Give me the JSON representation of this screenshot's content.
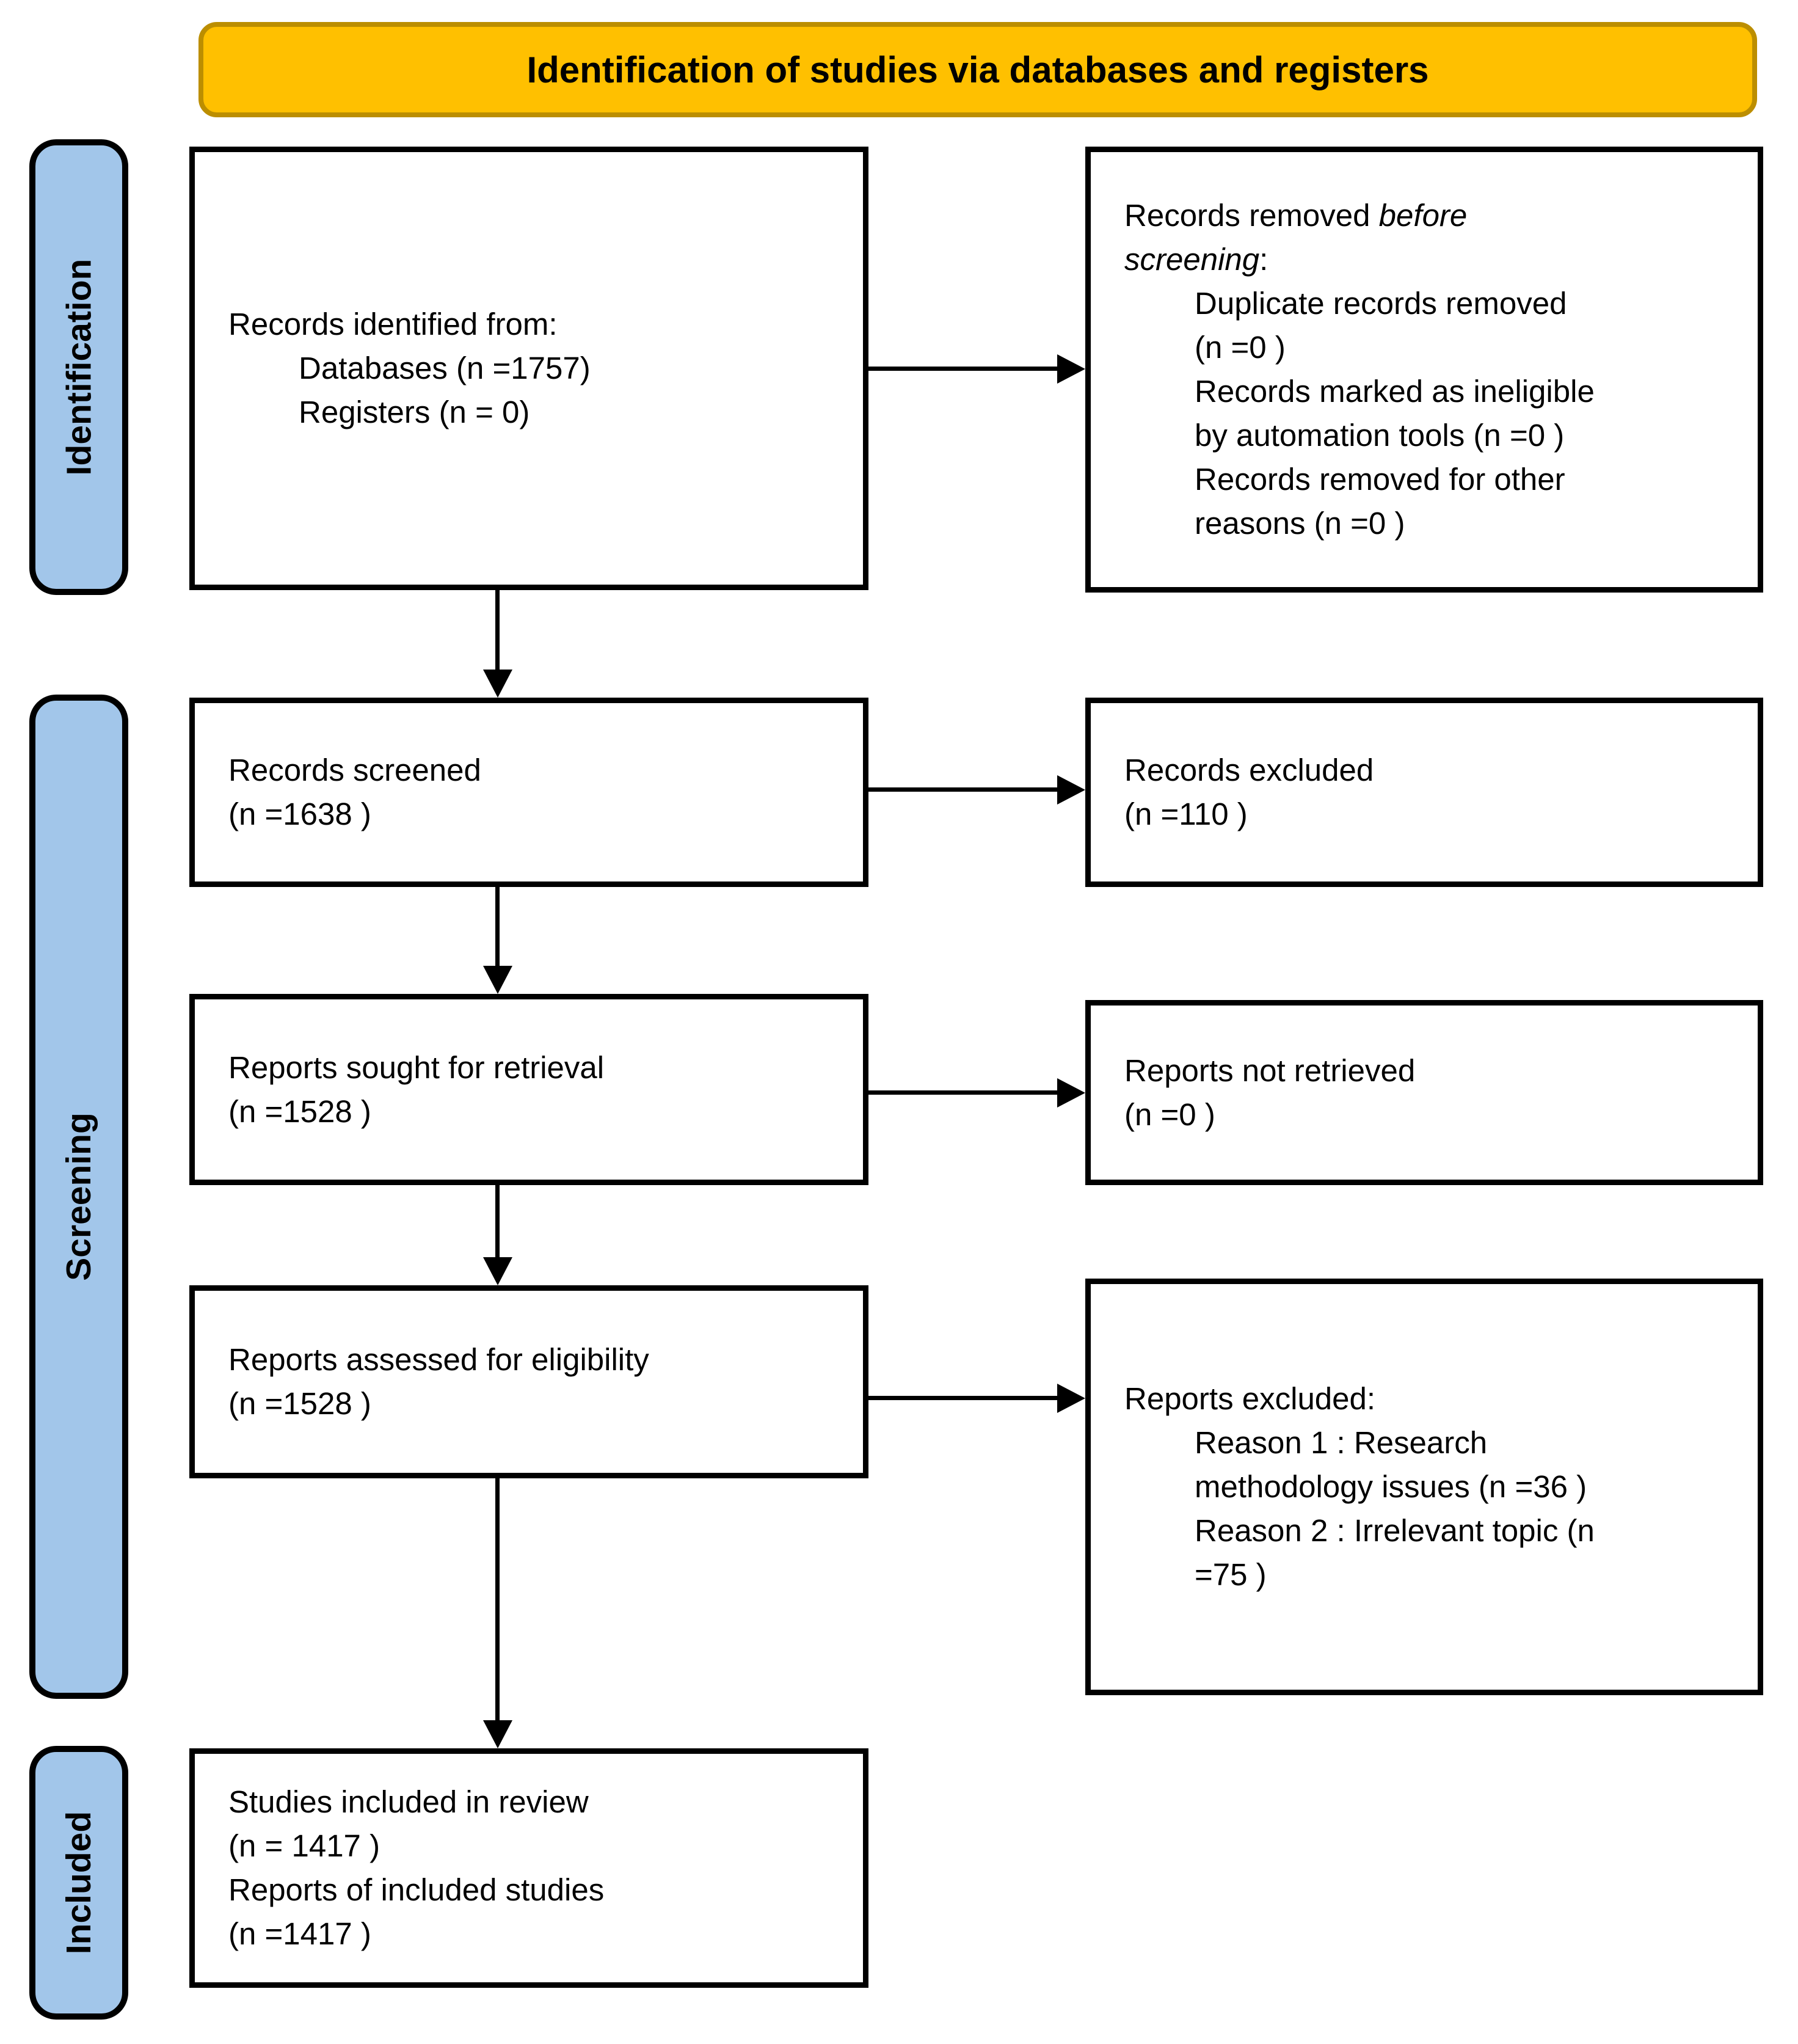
{
  "banner": {
    "title": "Identification of studies via databases and registers"
  },
  "colors": {
    "banner_bg": "#FFC000",
    "banner_border": "#BC8E00",
    "stage_bg": "#A2C6EA",
    "box_border": "#000000",
    "text": "#000000",
    "background": "#FFFFFF"
  },
  "stages": [
    {
      "label": "Identification"
    },
    {
      "label": "Screening"
    },
    {
      "label": "Included"
    }
  ],
  "boxes": {
    "records_identified": {
      "line1": "Records identified from:",
      "item1": "Databases (n =1757)",
      "item2": "Registers (n = 0)"
    },
    "records_removed": {
      "line1_normal": "Records removed ",
      "line1_italic": "before",
      "line2_italic": "screening",
      "line2_normal": ":",
      "item1": "Duplicate records removed (n =0 )",
      "item2": "Records marked as ineligible by automation tools (n =0 )",
      "item3": "Records removed for other reasons (n =0 )"
    },
    "records_screened": {
      "line1": "Records screened",
      "line2": "(n =1638 )"
    },
    "records_excluded": {
      "line1": "Records excluded",
      "line2": "(n =110 )"
    },
    "reports_sought": {
      "line1": "Reports sought for retrieval",
      "line2": "(n =1528 )"
    },
    "reports_not_retrieved": {
      "line1": "Reports not retrieved",
      "line2": "(n =0 )"
    },
    "reports_assessed": {
      "line1": "Reports assessed for eligibility",
      "line2": "(n =1528 )"
    },
    "reports_excluded": {
      "line1": "Reports excluded:",
      "item1": "Reason 1 : Research methodology issues (n =36 )",
      "item2": "Reason 2 : Irrelevant topic (n =75 )"
    },
    "studies_included": {
      "line1": "Studies included in review",
      "line2": "(n = 1417 )",
      "line3": "Reports of included studies",
      "line4": "(n =1417 )"
    }
  }
}
